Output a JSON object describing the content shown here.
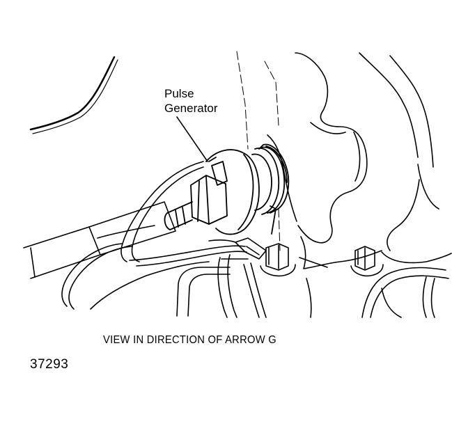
{
  "callout": {
    "line1": "Pulse",
    "line2": "Generator"
  },
  "caption": "VIEW IN DIRECTION OF ARROW G",
  "figure_number": "37293"
}
